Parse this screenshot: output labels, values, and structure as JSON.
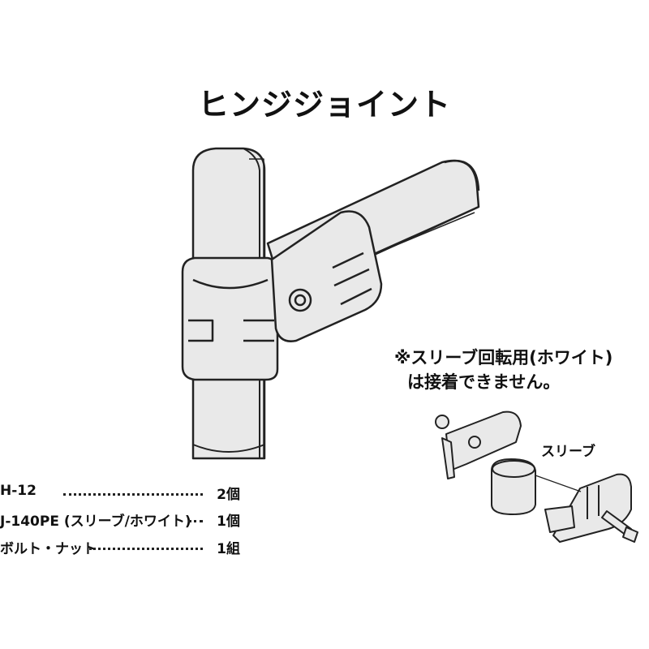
{
  "title": "ヒンジジョイント",
  "note": {
    "line1": "※スリーブ回転用(ホワイト)",
    "line2": "は接着できません。"
  },
  "sleeve_label": "スリーブ",
  "parts": [
    {
      "name": "H-12",
      "qty": "2個"
    },
    {
      "name": "J-140PE (スリーブ/ホワイト)",
      "qty": "1個"
    },
    {
      "name": "ボルト・ナット",
      "qty": "1組"
    }
  ]
}
